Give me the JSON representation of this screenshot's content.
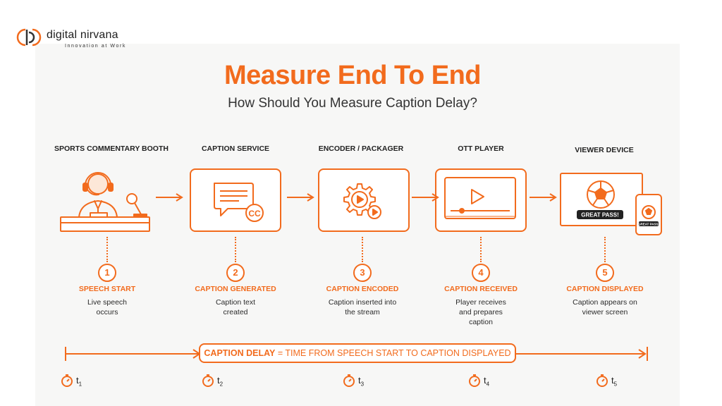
{
  "brand": {
    "name": "digital nirvana",
    "tagline": "Innovation at Work"
  },
  "title": "Measure End To End",
  "subtitle": "How Should You Measure Caption Delay?",
  "stages": [
    {
      "title": "SPORTS COMMENTARY BOOTH",
      "icon": "commentator-icon",
      "number": "1",
      "head": "SPEECH START",
      "desc": "Live speech occurs"
    },
    {
      "title": "CAPTION SERVICE",
      "icon": "caption-cc-icon",
      "number": "2",
      "head": "CAPTION GENERATED",
      "desc": "Caption text created"
    },
    {
      "title": "ENCODER / PACKAGER",
      "icon": "encoder-gear-icon",
      "number": "3",
      "head": "CAPTION ENCODED",
      "desc": "Caption inserted into the stream"
    },
    {
      "title": "OTT PLAYER",
      "icon": "video-player-icon",
      "number": "4",
      "head": "CAPTION RECEIVED",
      "desc": "Player receives and prepares caption"
    },
    {
      "title": "VIEWER DEVICE",
      "icon": "tv-phone-icon",
      "number": "5",
      "head": "CAPTION DISPLAYED",
      "desc": "Caption appears on viewer screen"
    }
  ],
  "device_captions": {
    "tv": "GREAT PASS!",
    "phone": "GREAT PASS!"
  },
  "cc_label": "CC",
  "delay": {
    "label": "CAPTION DELAY",
    "definition": "= TIME FROM SPEECH START TO CAPTION DISPLAYED"
  },
  "timers": [
    {
      "t": "t",
      "sub": "1"
    },
    {
      "t": "t",
      "sub": "2"
    },
    {
      "t": "t",
      "sub": "3"
    },
    {
      "t": "t",
      "sub": "4"
    },
    {
      "t": "t",
      "sub": "5"
    }
  ],
  "colors": {
    "accent": "#f26b1d",
    "text": "#2b2b2b",
    "panel": "#f7f7f6"
  }
}
